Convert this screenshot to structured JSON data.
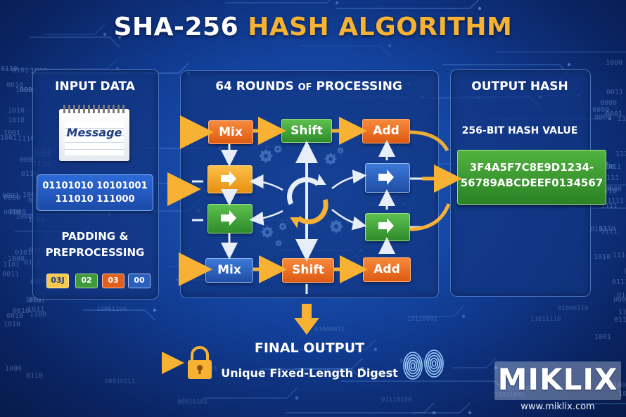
{
  "title": {
    "part1": "SHA-256",
    "part2": "HASH ALGORITHM"
  },
  "input": {
    "heading": "INPUT DATA",
    "note_text": "Message",
    "binary_lines": [
      "01101010 10101001",
      "111010 111000"
    ],
    "padding_lines": [
      "PADDING &",
      "PREPROCESSING"
    ],
    "chips": [
      {
        "text": "03J",
        "bg": "#f6c84b",
        "fg": "#1e3c84"
      },
      {
        "text": "02",
        "bg": "#3f9b3a",
        "fg": "#ffffff"
      },
      {
        "text": "03",
        "bg": "#e2601a",
        "fg": "#ffffff"
      },
      {
        "text": "00",
        "bg": "#2b5fbe",
        "fg": "#ffffff"
      }
    ]
  },
  "rounds": {
    "heading_pre": "64 ROUNDS",
    "heading_small": "OF",
    "heading_post": "PROCESSING",
    "top_row": [
      "Mix",
      "Shift",
      "Add"
    ],
    "bottom_row": [
      "Mix",
      "Shift",
      "Add"
    ]
  },
  "output": {
    "heading": "OUTPUT HASH",
    "sub": "256-BIT HASH VALUE",
    "hash_lines": [
      "3F4A5F7C8E9D1234-",
      "56789ABCDEEF0134567"
    ]
  },
  "final": {
    "heading": "FINAL OUTPUT",
    "sub": "Unique Fixed-Length Digest"
  },
  "brand": {
    "name": "MIKLIX",
    "url": "www.miklix.com"
  },
  "icons": [
    "notepad-icon",
    "arrow-right-icon",
    "cycle-arrows-icon",
    "gear-icon",
    "padlock-icon",
    "fingerprint-icon"
  ],
  "colors": {
    "accent_yellow": "#f7b233",
    "box_orange": "#e2601a",
    "box_green": "#3f9b3a",
    "box_blue": "#2b5fbe",
    "background": "#123f98"
  }
}
